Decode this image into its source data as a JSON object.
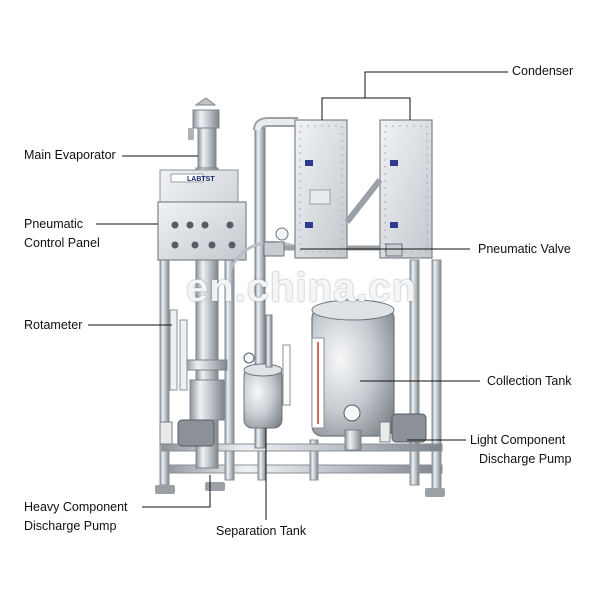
{
  "watermark": "en.china.cn",
  "brand": "LABTST",
  "labels": {
    "condenser": "Condenser",
    "main_evaporator": "Main Evaporator",
    "pneumatic_control_panel_1": "Pneumatic",
    "pneumatic_control_panel_2": "Control Panel",
    "pneumatic_valve": "Pneumatic Valve",
    "rotameter": "Rotameter",
    "collection_tank": "Collection Tank",
    "light_component_1": "Light Component",
    "light_component_2": "Discharge Pump",
    "heavy_component_1": "Heavy Component",
    "heavy_component_2": "Discharge Pump",
    "separation_tank": "Separation Tank"
  },
  "colors": {
    "steel_light": "#e6e9ec",
    "steel_mid": "#b9bfc5",
    "steel_dark": "#7d848b",
    "label_plate": "#2f3a8c",
    "leader": "#111111"
  }
}
